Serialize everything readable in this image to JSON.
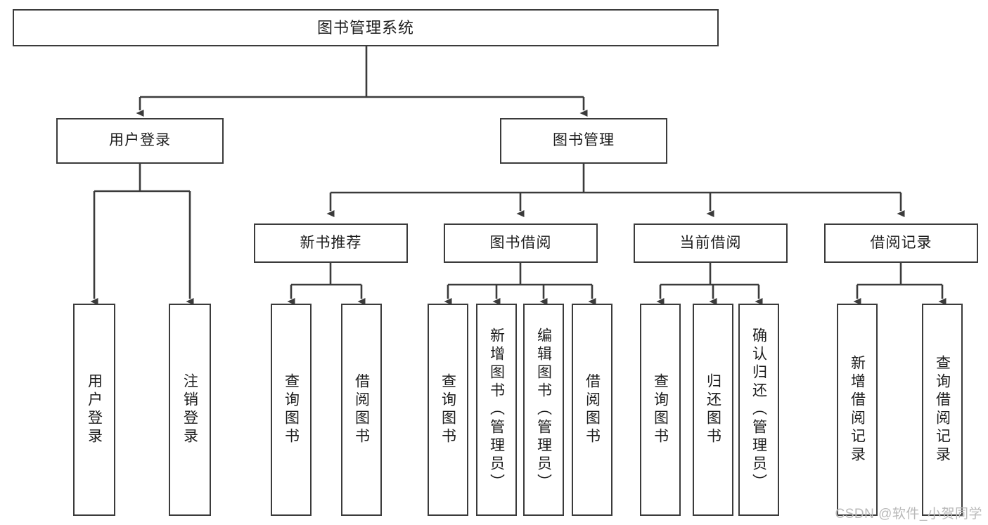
{
  "diagram": {
    "type": "tree-hierarchy",
    "title": "图书管理系统",
    "root": {
      "id": "root",
      "label": "图书管理系统"
    },
    "level2": [
      {
        "id": "user-login",
        "label": "用户登录"
      },
      {
        "id": "book-manage",
        "label": "图书管理"
      }
    ],
    "level3": [
      {
        "id": "new-book-recommend",
        "label": "新书推荐",
        "parent": "book-manage"
      },
      {
        "id": "book-borrow",
        "label": "图书借阅",
        "parent": "book-manage"
      },
      {
        "id": "current-borrow",
        "label": "当前借阅",
        "parent": "book-manage"
      },
      {
        "id": "borrow-record",
        "label": "借阅记录",
        "parent": "book-manage"
      }
    ],
    "leaves": [
      {
        "id": "leaf-user-login",
        "label": "用户登录",
        "parent": "user-login"
      },
      {
        "id": "leaf-user-logout",
        "label": "注销登录",
        "parent": "user-login"
      },
      {
        "id": "leaf-query-book-1",
        "label": "查询图书",
        "parent": "new-book-recommend"
      },
      {
        "id": "leaf-borrow-book-1",
        "label": "借阅图书",
        "parent": "new-book-recommend"
      },
      {
        "id": "leaf-query-book-2",
        "label": "查询图书",
        "parent": "book-borrow"
      },
      {
        "id": "leaf-add-book",
        "label": "新增图书（管理员）",
        "parent": "book-borrow"
      },
      {
        "id": "leaf-edit-book",
        "label": "编辑图书（管理员）",
        "parent": "book-borrow"
      },
      {
        "id": "leaf-borrow-book-2",
        "label": "借阅图书",
        "parent": "book-borrow"
      },
      {
        "id": "leaf-query-book-3",
        "label": "查询图书",
        "parent": "current-borrow"
      },
      {
        "id": "leaf-return-book",
        "label": "归还图书",
        "parent": "current-borrow"
      },
      {
        "id": "leaf-confirm-return",
        "label": "确认归还（管理员）",
        "parent": "current-borrow"
      },
      {
        "id": "leaf-add-record",
        "label": "新增借阅记录",
        "parent": "borrow-record"
      },
      {
        "id": "leaf-query-record",
        "label": "查询借阅记录",
        "parent": "borrow-record"
      }
    ],
    "colors": {
      "box_border": "#3b3b3b",
      "box_fill": "#ffffff",
      "connector": "#3b3b3b",
      "text": "#1d1d1d",
      "watermark": "#b9b9b9"
    }
  },
  "watermark": {
    "text": "CSDN @软件_小贺同学"
  }
}
